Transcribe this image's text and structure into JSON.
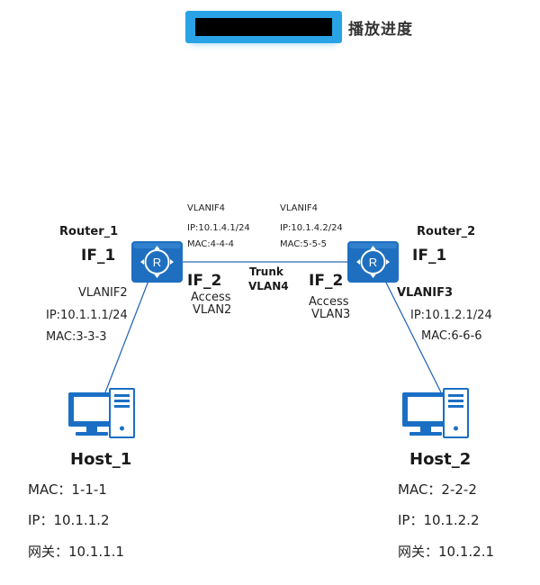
{
  "progress": {
    "label": "播放进度",
    "fraction": 1.0,
    "accent": "#29a3e5"
  },
  "colors": {
    "router": "#1f6fc0",
    "host": "#1a6fc4",
    "link": "#2a6bb5"
  },
  "links": {
    "trunk_label": "Trunk",
    "trunk_vlan": "VLAN4"
  },
  "router_1": {
    "name": "Router_1",
    "icon": "router-icon",
    "if1": "IF_1",
    "if2": "IF_2",
    "if2_mode": "Access",
    "if2_vlan": "VLAN2",
    "vlanif_left": {
      "name": "VLANIF2",
      "ip": "IP:10.1.1.1/24",
      "mac": "MAC:3-3-3"
    },
    "vlanif_trunk": {
      "name": "VLANIF4",
      "ip": "IP:10.1.4.1/24",
      "mac": "MAC:4-4-4"
    }
  },
  "router_2": {
    "name": "Router_2",
    "icon": "router-icon",
    "if1": "IF_1",
    "if2": "IF_2",
    "if2_mode": "Access",
    "if2_vlan": "VLAN3",
    "vlanif_right": {
      "name": "VLANIF3",
      "ip": "IP:10.1.2.1/24",
      "mac": "MAC:6-6-6"
    },
    "vlanif_trunk": {
      "name": "VLANIF4",
      "ip": "IP:10.1.4.2/24",
      "mac": "MAC:5-5-5"
    }
  },
  "host_1": {
    "name": "Host_1",
    "icon": "computer-icon",
    "mac": "MAC：1-1-1",
    "ip": "IP：10.1.1.2",
    "gateway": "网关：10.1.1.1"
  },
  "host_2": {
    "name": "Host_2",
    "icon": "computer-icon",
    "mac": "MAC：2-2-2",
    "ip": "IP：10.1.2.2",
    "gateway": "网关：10.1.2.1"
  }
}
